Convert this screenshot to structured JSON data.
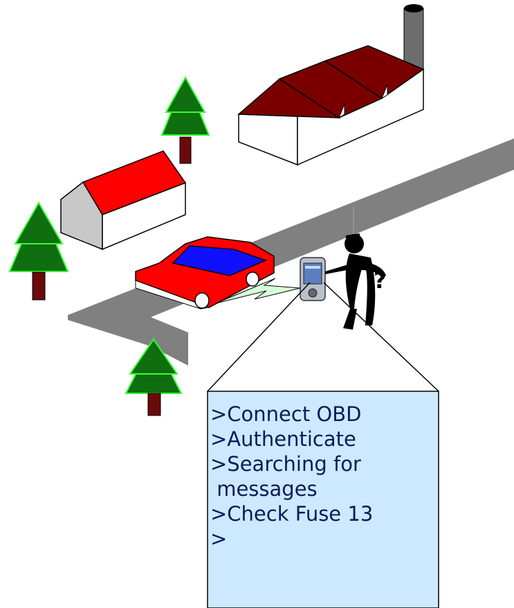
{
  "display": {
    "lines": [
      ">Connect OBD",
      ">Authenticate",
      ">Searching for",
      " messages",
      ">Check Fuse 13",
      ">"
    ]
  },
  "colors": {
    "tree_fill": "#0f6e0f",
    "tree_outline": "#33ff33",
    "trunk": "#6b0a0a",
    "house_roof": "#ff0000",
    "factory_roof": "#7a0000",
    "road": "#808080",
    "car_body": "#ff0000",
    "car_window": "#1010ff",
    "screen_bg": "#cce9ff",
    "signal": "#d7ffd7"
  }
}
